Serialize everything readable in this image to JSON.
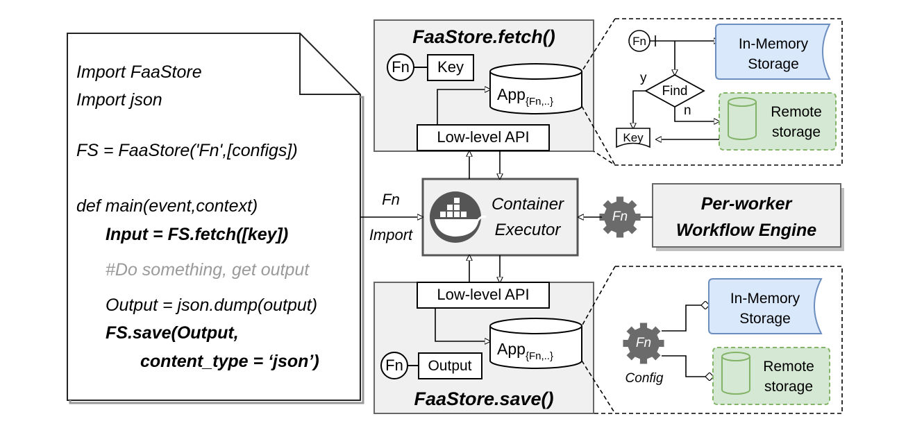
{
  "code": {
    "line1": "Import FaaStore",
    "line2": "Import json",
    "line3": "FS = FaaStore('Fn',[configs])",
    "line4": "def main(event,context)",
    "line5": "Input = FS.fetch([key])",
    "line6": "#Do something, get output",
    "line7": "Output = json.dump(output)",
    "line8": "FS.save(Output,",
    "line9": "content_type = ‘json’)"
  },
  "fetch_box": {
    "title": "FaaStore.fetch()",
    "fn": "Fn",
    "key": "Key",
    "app": "App",
    "app_sub": "{Fn,..}",
    "api": "Low-level API"
  },
  "save_box": {
    "title": "FaaStore.save()",
    "fn": "Fn",
    "output": "Output",
    "app": "App",
    "app_sub": "{Fn,..}",
    "api": "Low-level API"
  },
  "executor": {
    "line1": "Container",
    "line2": "Executor",
    "left_top": "Fn",
    "left_bottom": "Import"
  },
  "engine": {
    "line1": "Per-worker",
    "line2": "Workflow Engine",
    "gear_label": "Fn"
  },
  "fetch_detail": {
    "fn": "Fn",
    "memory_line1": "In-Memory",
    "memory_line2": "Storage",
    "find": "Find",
    "yes": "y",
    "no": "n",
    "remote_line1": "Remote",
    "remote_line2": "storage",
    "key": "Key"
  },
  "save_detail": {
    "gear_label": "Fn",
    "config": "Config",
    "memory_line1": "In-Memory",
    "memory_line2": "Storage",
    "remote_line1": "Remote",
    "remote_line2": "storage"
  },
  "colors": {
    "memory_fill": "#dae8fc",
    "memory_stroke": "#6c8ebf",
    "remote_fill": "#d5e8d4",
    "remote_stroke": "#82b366",
    "panel_fill": "#f0f0f0",
    "gear": "#6b6b6b"
  }
}
